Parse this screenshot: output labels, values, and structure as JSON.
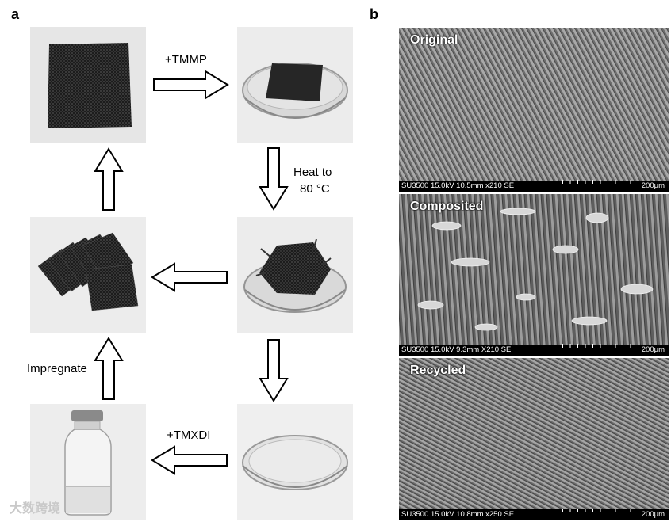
{
  "panel_a": {
    "letter": "a",
    "label_tmmp": "+TMMP",
    "label_heat_line1": "Heat to",
    "label_heat_line2": "80 °C",
    "label_tmxdi": "+TMXDI",
    "label_impregnate": "Impregnate"
  },
  "panel_b": {
    "letter": "b",
    "images": [
      {
        "title": "Original",
        "info": "SU3500 15.0kV 10.5mm x210 SE",
        "scale": "200μm"
      },
      {
        "title": "Composited",
        "info": "SU3500 15.0kV 9.3mm X210 SE",
        "scale": "200μm"
      },
      {
        "title": "Recycled",
        "info": "SU3500 15.0kV 10.8mm x250 SE",
        "scale": "200μm"
      }
    ]
  },
  "watermark": "大数跨境"
}
